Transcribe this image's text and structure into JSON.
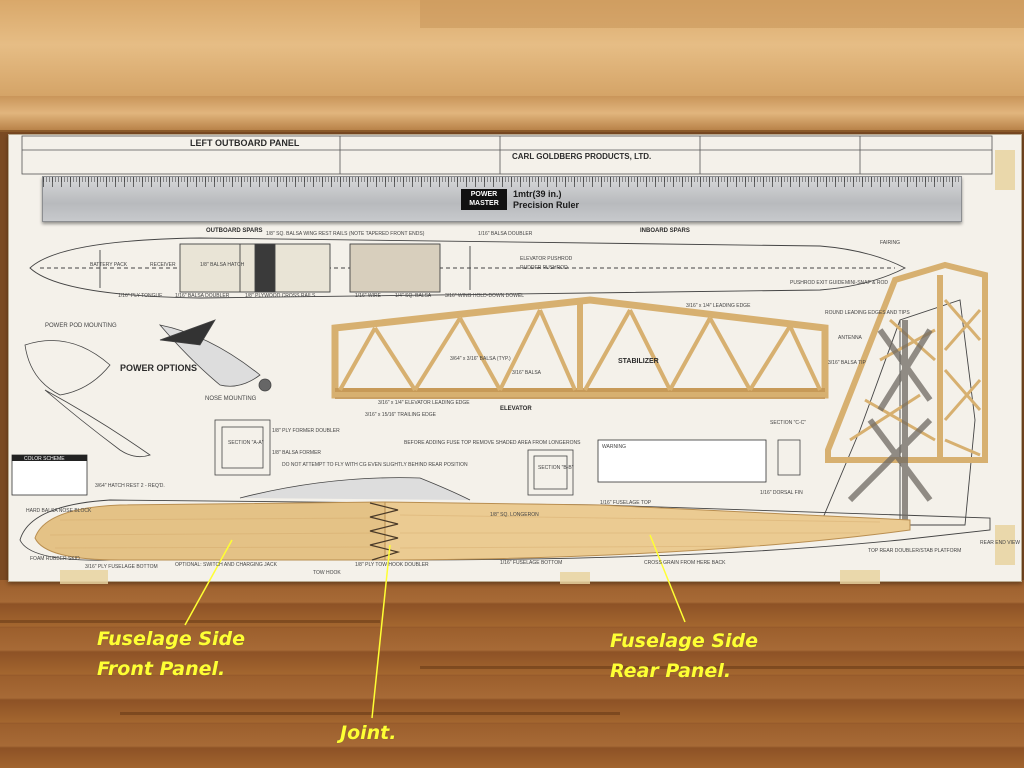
{
  "plan": {
    "left_panel_title": "LEFT OUTBOARD PANEL",
    "company": "CARL GOLDBERG PRODUCTS, LTD.",
    "outboard_spars": "OUTBOARD SPARS",
    "inboard_spars": "INBOARD SPARS",
    "wing_rest_rails": "1/8\" SQ. BALSA WING REST RAILS (NOTE TAPERED FRONT ENDS)",
    "balsa_doubler": "1/16\" BALSA DOUBLER",
    "fairing": "FAIRING",
    "battery_pack": "BATTERY PACK",
    "receiver": "RECEIVER",
    "balsa_hatch": "1/8\" BALSA HATCH",
    "elevator_pushrod": "ELEVATOR PUSHROD",
    "rudder_pushrod": "RUDDER PUSHROD",
    "ply_tongue": "1/16\" PLY TONGUE",
    "balsa_doubler_2": "1/16\" BALSA DOUBLER",
    "cross_rails": "1/8\" PLYWOOD CROSS RAILS",
    "wire": "1/16\" WIRE",
    "sq_balsa": "1/4\" SQ. BALSA",
    "holddown_dowel": "3/16\" WING HOLD-DOWN DOWEL",
    "pushrod_exit": "PUSHROD EXIT GUIDE",
    "mini_snap": "MINI-SNAP & ROD",
    "power_pod": "POWER POD MOUNTING",
    "power_options": "POWER OPTIONS",
    "nose_mounting": "NOSE MOUNTING",
    "leading_edge": "3/16\" x 1/4\" LEADING EDGE",
    "balsa_typ": "3/64\" x 3/16\" BALSA (TYP.)",
    "balsa_316": "3/16\" BALSA",
    "stabilizer": "STABILIZER",
    "elevator_le": "3/16\" x 1/4\" ELEVATOR LEADING EDGE",
    "trailing_edge": "3/16\" x 15/16\" TRAILING EDGE",
    "elevator": "ELEVATOR",
    "round_leading": "ROUND LEADING EDGES AND TIPS",
    "antenna": "ANTENNA",
    "balsa_tip": "3/16\" BALSA TIP",
    "section_aa": "SECTION \"A-A\"",
    "section_bb": "SECTION \"B-B\"",
    "section_cc": "SECTION \"C-C\"",
    "ply_former_doubler": "1/8\" PLY FORMER DOUBLER",
    "balsa_former": "1/8\" BALSA FORMER",
    "do_not_fly": "DO NOT ATTEMPT TO FLY WITH CG EVEN SLIGHTLY BEHIND REAR POSITION",
    "before_adding": "BEFORE ADDING FUSE TOP REMOVE SHADED AREA FROM LONGERONS",
    "longeron": "1/8\" SQ. LONGERON",
    "hatch_rest": "3/64\" HATCH REST  2 - REQ'D.",
    "fuselage_top": "1/16\" FUSELAGE TOP",
    "dorsal_fin": "1/16\" DORSAL FIN",
    "hard_balsa": "HARD BALSA NOSE BLOCK",
    "foam_skid": "FOAM RUBBER SKID",
    "ply_fuselage_bottom": "3/16\" PLY FUSELAGE BOTTOM",
    "optional_switch": "OPTIONAL: SWITCH AND CHARGING JACK",
    "tow_hook": "TOW HOOK",
    "ply_tow_hook": "1/8\" PLY TOW HOOK DOUBLER",
    "fuselage_bottom": "1/16\" FUSELAGE BOTTOM",
    "cross_grain": "CROSS GRAIN FROM HERE BACK",
    "top_rear_doubler": "TOP REAR DOUBLER/STAB PLATFORM",
    "rear_end_view": "REAR END VIEW",
    "color_scheme": "COLOR SCHEME",
    "warning": "WARNING"
  },
  "ruler": {
    "brand_line1": "POWER",
    "brand_line2": "MASTER",
    "size": "1mtr(39 in.)",
    "name": "Precision Ruler"
  },
  "captions": {
    "front_line1": "Fuselage Side",
    "front_line2": "Front Panel.",
    "rear_line1": "Fuselage Side",
    "rear_line2": "Rear Panel.",
    "joint": "Joint."
  },
  "colors": {
    "caption": "#ffff33",
    "balsa": "#e7c48a",
    "floor": "#9c5f2d"
  }
}
